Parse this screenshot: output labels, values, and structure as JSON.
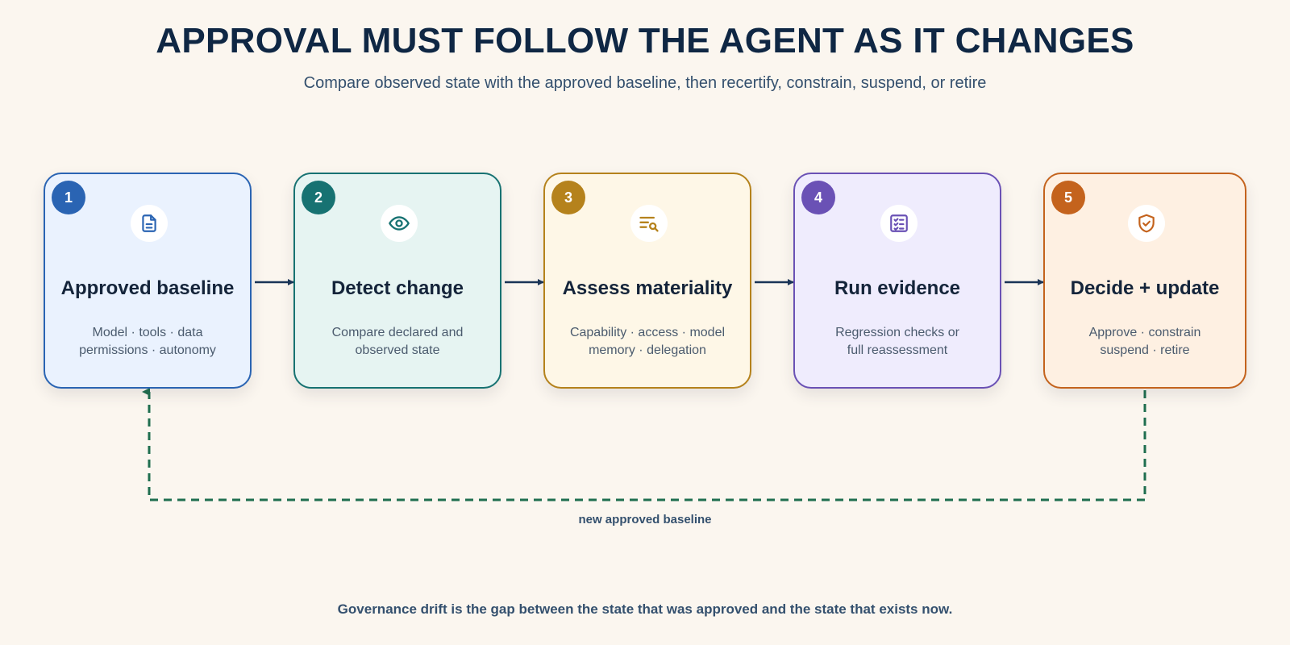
{
  "header": {
    "title": "APPROVAL MUST FOLLOW THE AGENT AS IT CHANGES",
    "subtitle": "Compare observed state with the approved baseline, then recertify, constrain, suspend, or retire"
  },
  "steps": [
    {
      "number": "1",
      "title": "Approved baseline",
      "desc_line1": "Model · tools · data",
      "desc_line2": "permissions · autonomy",
      "icon": "document-icon",
      "color": "#2a64b3",
      "bg": "#eaf2fe"
    },
    {
      "number": "2",
      "title": "Detect change",
      "desc_line1": "Compare declared and",
      "desc_line2": "observed state",
      "icon": "eye-icon",
      "color": "#177272",
      "bg": "#e6f4f2"
    },
    {
      "number": "3",
      "title": "Assess materiality",
      "desc_line1": "Capability · access · model",
      "desc_line2": "memory · delegation",
      "icon": "list-search-icon",
      "color": "#b5821c",
      "bg": "#fef7e7"
    },
    {
      "number": "4",
      "title": "Run evidence",
      "desc_line1": "Regression checks or",
      "desc_line2": "full reassessment",
      "icon": "checklist-icon",
      "color": "#6a51b5",
      "bg": "#efecfd"
    },
    {
      "number": "5",
      "title": "Decide + update",
      "desc_line1": "Approve · constrain",
      "desc_line2": "suspend · retire",
      "icon": "shield-check-icon",
      "color": "#c4631d",
      "bg": "#fef0e2"
    }
  ],
  "loop": {
    "label": "new approved baseline",
    "color": "#1f6e4f"
  },
  "arrow_color": "#1a3558",
  "footer": {
    "text": "Governance drift is the gap between the state that was approved and the state that exists now."
  }
}
